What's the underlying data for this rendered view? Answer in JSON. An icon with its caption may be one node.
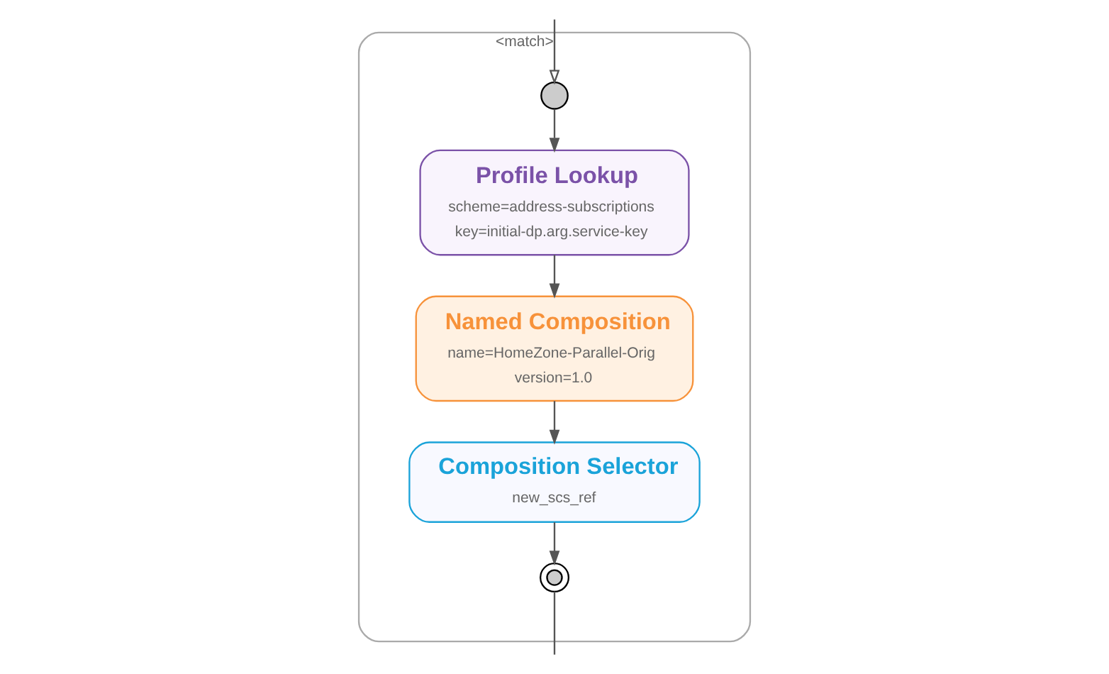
{
  "diagram": {
    "nodes": [
      {
        "text": [],
        "shape": "box"
      },
      {
        "text": [],
        "shape": "circle",
        "in": 0
      },
      {
        "text": [
          "Profile Lookup",
          "scheme=address-subscriptions",
          "key=initial-dp.arg.service-key"
        ],
        "in": 0
      },
      {
        "text": [
          "Named Composition",
          "name=HomeZone-Parallel-Orig",
          "version=1.0"
        ],
        "in": 0
      },
      {
        "text": [
          "Composition Selector",
          "new_scs_ref"
        ],
        "in": 0
      },
      {
        "text": [],
        "shape": "circle",
        "in": 0
      }
    ],
    "edges": [
      {
        "from": null,
        "to": 1,
        "arrow": "to",
        "label": "<match>"
      },
      {
        "from": 1,
        "to": 2,
        "arrow": "to"
      },
      {
        "from": 2,
        "to": 3,
        "arrow": "to"
      },
      {
        "from": 3,
        "to": 4,
        "arrow": "to"
      },
      {
        "from": 4,
        "to": 5,
        "arrow": "to"
      },
      {
        "from": 5,
        "to": null,
        "arrow": "none"
      }
    ]
  }
}
